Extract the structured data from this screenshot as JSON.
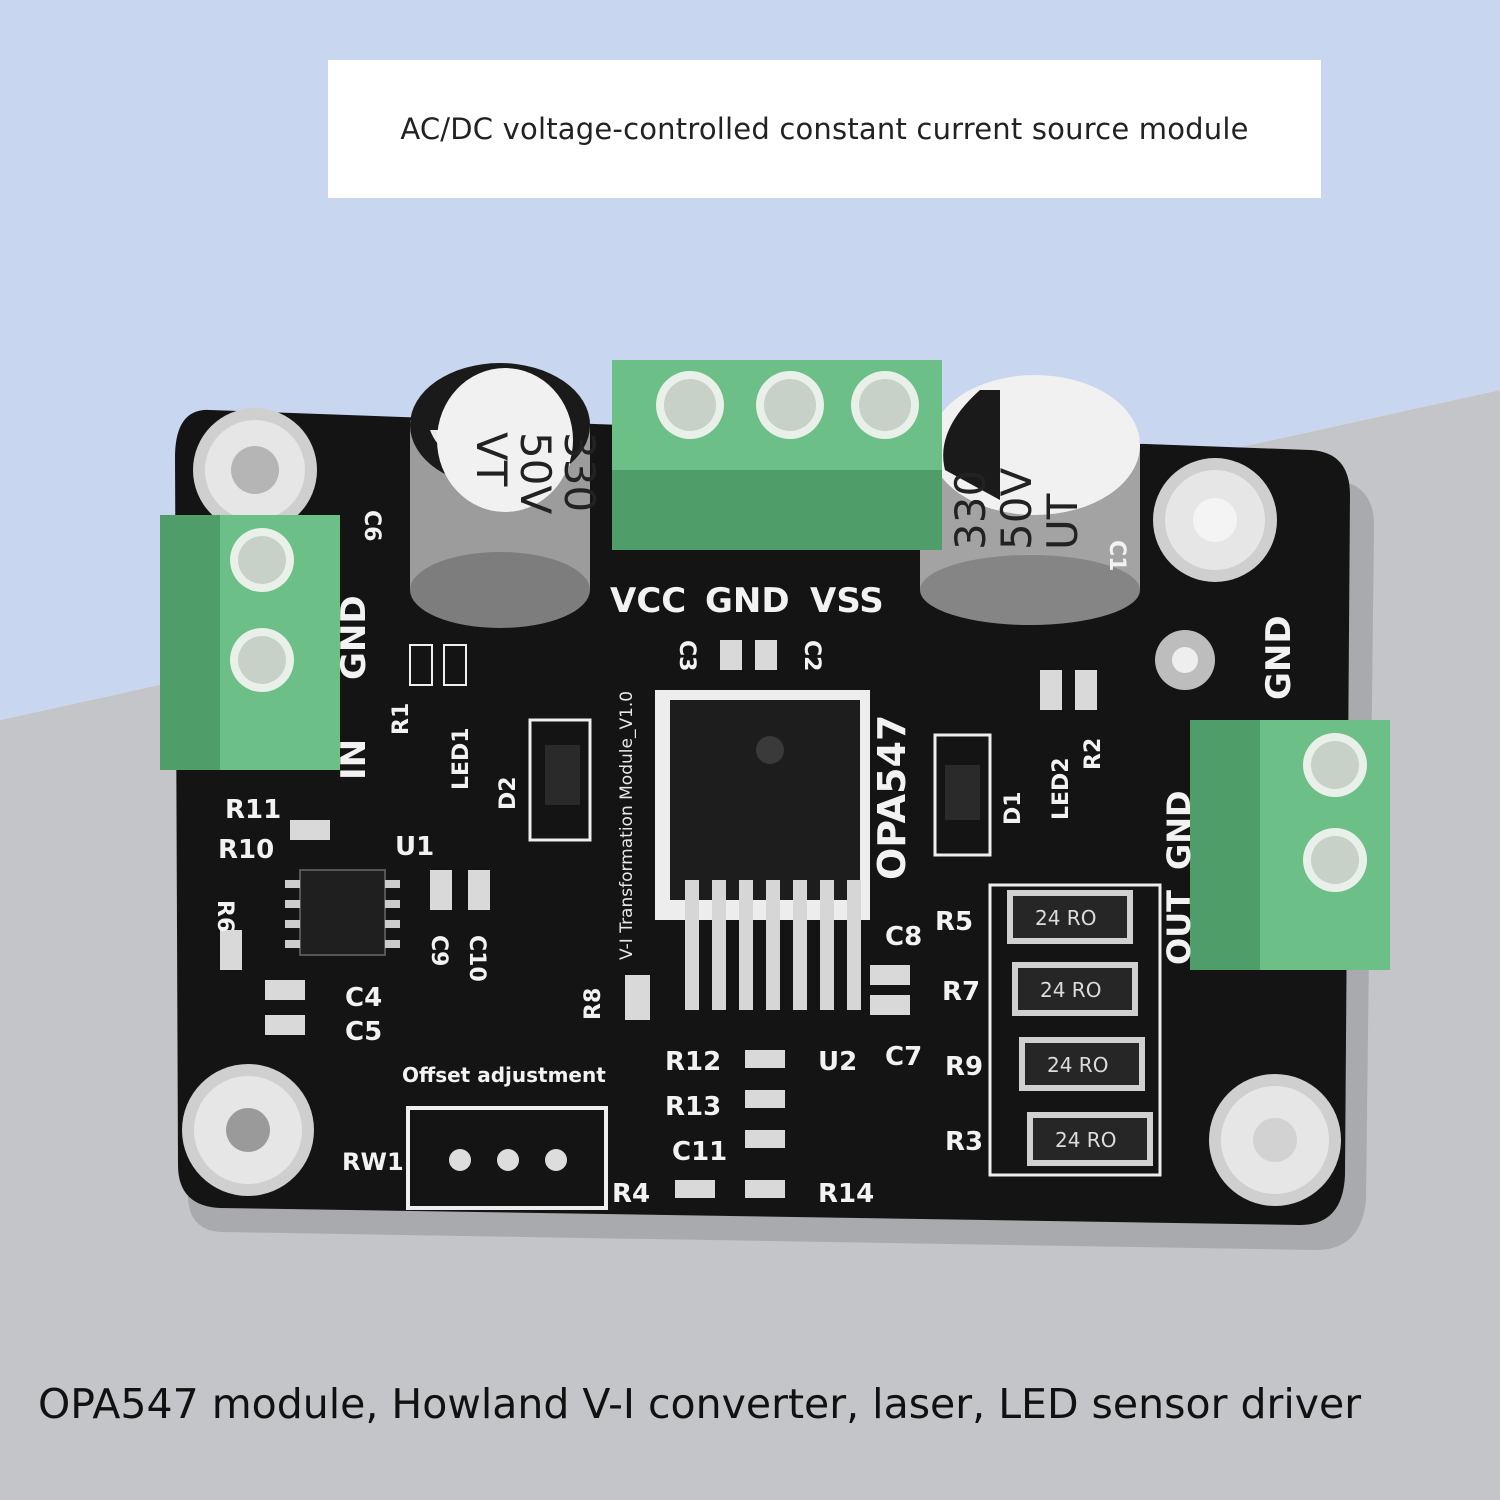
{
  "header": {
    "title": "AC/DC voltage-controlled constant current source module"
  },
  "caption": "OPA547 module, Howland V-I converter, laser, LED sensor driver",
  "colors": {
    "sky": "#c9d6ef",
    "floor": "#c2c3c7",
    "pcb": "#141414",
    "terminal": "#6cbf86",
    "silk": "#f2f2f2"
  },
  "board": {
    "labels": {
      "vcc": "VCC",
      "gnd_top": "GND",
      "vss": "VSS",
      "gnd_left": "GND",
      "in": "IN",
      "gnd_right": "GND",
      "out": "OUT",
      "gnd_out": "GND",
      "chip": "OPA547",
      "module_name": "V-I Transformation Module_V1.0",
      "offset": "Offset adjustment",
      "c6": "C6",
      "c1": "C1",
      "c2": "C2",
      "c3": "C3",
      "c4": "C4",
      "c5": "C5",
      "c7": "C7",
      "c8": "C8",
      "c9": "C9",
      "c10": "C10",
      "c11": "C11",
      "r1": "R1",
      "r2": "R2",
      "r3": "R3",
      "r4": "R4",
      "r5": "R5",
      "r6": "R6",
      "r7": "R7",
      "r8": "R8",
      "r9": "R9",
      "r10": "R10",
      "r11": "R11",
      "r12": "R12",
      "r13": "R13",
      "r14": "R14",
      "rw1": "RW1",
      "led1": "LED1",
      "led2": "LED2",
      "d1": "D1",
      "d2": "D2",
      "u1": "U1",
      "u2": "U2"
    },
    "capacitors": [
      {
        "l1": "330",
        "l2": "50V",
        "l3": "VT"
      },
      {
        "l1": "330",
        "l2": "50V",
        "l3": "UT"
      }
    ],
    "resistors": [
      "24 RO",
      "24 RO",
      "24 RO",
      "24 RO"
    ]
  }
}
